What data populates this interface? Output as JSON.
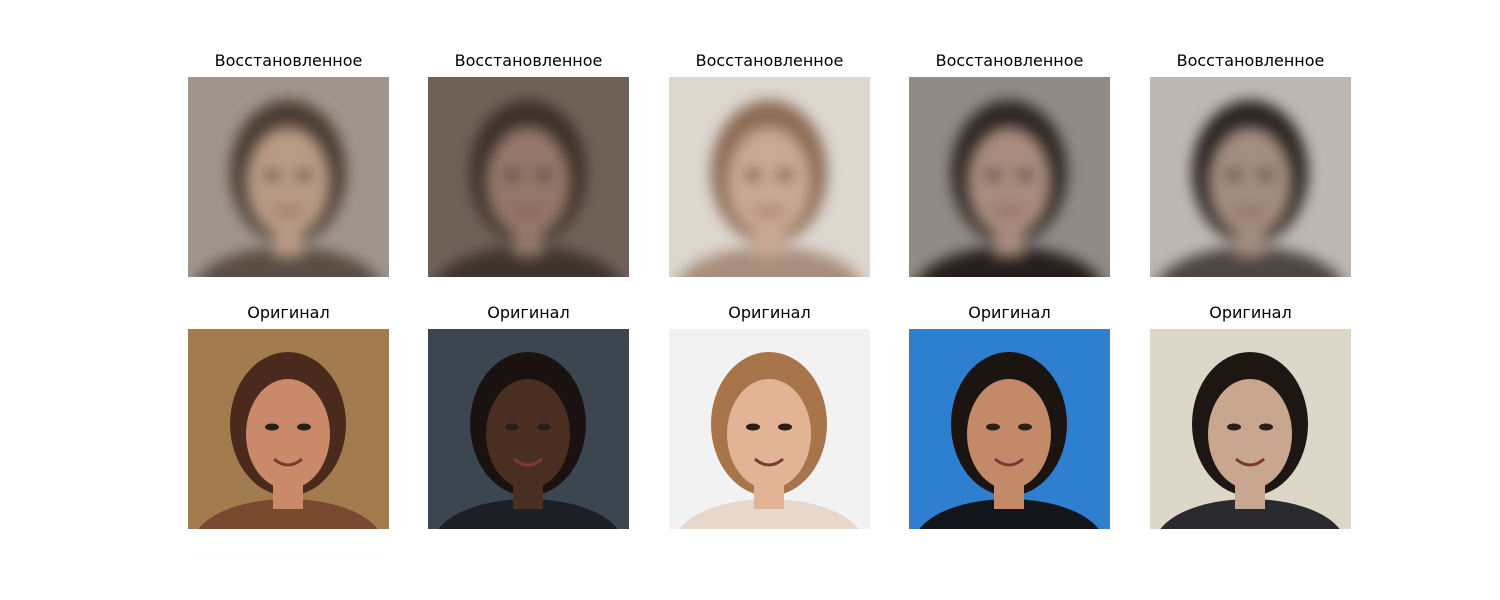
{
  "rows": [
    {
      "title": "Восстановленное",
      "images": [
        {
          "name": "reconstructed-face-1",
          "bg": "#a0958c",
          "hair": "#4a3c33",
          "skin": "#b89b86",
          "shirt": "#5a4d44"
        },
        {
          "name": "reconstructed-face-2",
          "bg": "#6f6058",
          "hair": "#3d3028",
          "skin": "#94786a",
          "shirt": "#3d322c"
        },
        {
          "name": "reconstructed-face-3",
          "bg": "#ddd7d0",
          "hair": "#8c6b55",
          "skin": "#c9a994",
          "shirt": "#a88e7d"
        },
        {
          "name": "reconstructed-face-4",
          "bg": "#918a85",
          "hair": "#2e2621",
          "skin": "#a88c7e",
          "shirt": "#241f1c"
        },
        {
          "name": "reconstructed-face-5",
          "bg": "#bfb8b2",
          "hair": "#2a2420",
          "skin": "#a38c80",
          "shirt": "#4d4540"
        }
      ]
    },
    {
      "title": "Оригинал",
      "images": [
        {
          "name": "original-face-1",
          "bg": "#a27c4f",
          "hair": "#4a2a1c",
          "skin": "#c9896a",
          "shirt": "#7a4a30"
        },
        {
          "name": "original-face-2",
          "bg": "#3c4650",
          "hair": "#1a1210",
          "skin": "#4a2e22",
          "shirt": "#1c1f26"
        },
        {
          "name": "original-face-3",
          "bg": "#f2f2f2",
          "hair": "#a8744a",
          "skin": "#e3b396",
          "shirt": "#e8d8cc"
        },
        {
          "name": "original-face-4",
          "bg": "#2e7fd0",
          "hair": "#1c1410",
          "skin": "#c38a6a",
          "shirt": "#12161a"
        },
        {
          "name": "original-face-5",
          "bg": "#dcd7c8",
          "hair": "#1e1612",
          "skin": "#c9a690",
          "shirt": "#2a2a2e"
        }
      ]
    }
  ]
}
